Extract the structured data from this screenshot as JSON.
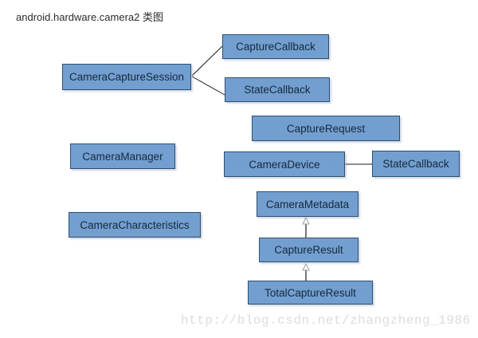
{
  "page": {
    "title": "android.hardware.camera2 类图",
    "watermark": "http://blog.csdn.net/zhangzheng_1986"
  },
  "colors": {
    "box_fill": "#729fcf",
    "box_border": "#2f4e6f",
    "box_text": "#16293e",
    "edge_line": "#1a1a1a",
    "inheritance_arrow_stroke": "#9aa0a6",
    "inheritance_arrow_fill": "#ffffff",
    "watermark_text": "#dcdcdc",
    "title_text": "#2b2b2b",
    "background": "#ffffff"
  },
  "diagram": {
    "nodes": [
      {
        "id": "camera-capture-session",
        "label": "CameraCaptureSession"
      },
      {
        "id": "capture-callback",
        "label": "CaptureCallback"
      },
      {
        "id": "state-callback-session",
        "label": "StateCallback"
      },
      {
        "id": "capture-request",
        "label": "CaptureRequest"
      },
      {
        "id": "camera-manager",
        "label": "CameraManager"
      },
      {
        "id": "camera-device",
        "label": "CameraDevice"
      },
      {
        "id": "state-callback-device",
        "label": "StateCallback"
      },
      {
        "id": "camera-metadata",
        "label": "CameraMetadata"
      },
      {
        "id": "camera-characteristics",
        "label": "CameraCharacteristics"
      },
      {
        "id": "capture-result",
        "label": "CaptureResult"
      },
      {
        "id": "total-capture-result",
        "label": "TotalCaptureResult"
      }
    ],
    "edges": [
      {
        "from": "camera-capture-session",
        "to": "capture-callback",
        "type": "association"
      },
      {
        "from": "camera-capture-session",
        "to": "state-callback-session",
        "type": "association"
      },
      {
        "from": "camera-device",
        "to": "state-callback-device",
        "type": "association"
      },
      {
        "from": "capture-result",
        "to": "camera-metadata",
        "type": "inheritance"
      },
      {
        "from": "total-capture-result",
        "to": "capture-result",
        "type": "inheritance"
      }
    ]
  }
}
